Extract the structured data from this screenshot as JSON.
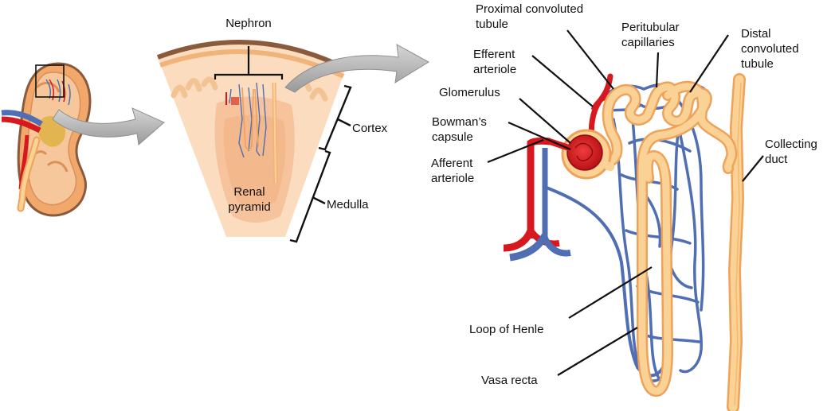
{
  "labels": {
    "nephron": "Nephron",
    "cortex": "Cortex",
    "medulla": "Medulla",
    "renal_pyramid": [
      "Renal",
      "pyramid"
    ],
    "proximal_tubule": [
      "Proximal convoluted",
      "tubule"
    ],
    "peritubular_capillaries": [
      "Peritubular",
      "capillaries"
    ],
    "distal_tubule": [
      "Distal",
      "convoluted",
      "tubule"
    ],
    "efferent_arteriole": [
      "Efferent",
      "arteriole"
    ],
    "glomerulus": "Glomerulus",
    "bowmans_capsule": [
      "Bowman’s",
      "capsule"
    ],
    "afferent_arteriole": [
      "Afferent",
      "arteriole"
    ],
    "collecting_duct": [
      "Collecting",
      "duct"
    ],
    "loop_of_henle": "Loop of Henle",
    "vasa_recta": "Vasa recta"
  },
  "colors": {
    "artery_red": "#d7191f",
    "vein_blue": "#4f6eb3",
    "tubule_fill": "#fbd295",
    "tubule_outline": "#eea25a",
    "cortex_brown": "#8a5a3c",
    "pyramid_fill": "#fbdcbe",
    "arrow_gray": "#a9a9a9"
  }
}
